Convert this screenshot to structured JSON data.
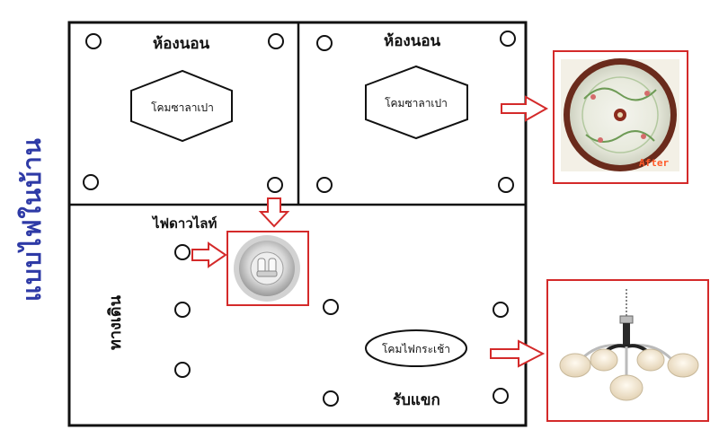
{
  "sidebar_title": "แบบไฟในบ้าน",
  "rooms": {
    "bedroom_left": {
      "label": "ห้องนอน",
      "fixture": "โคมซาลาเปา"
    },
    "bedroom_right": {
      "label": "ห้องนอน",
      "fixture": "โคมซาลาเปา"
    },
    "hallway": {
      "label": "ทางเดิน"
    },
    "downlight": {
      "label": "ไฟดาวไลท์"
    },
    "living": {
      "label": "รับแขก",
      "fixture": "โคมไฟกระเช้า"
    }
  },
  "photos": {
    "ceiling_lamp_caption": "After"
  },
  "colors": {
    "frame": "#111111",
    "arrow": "#d42a2a",
    "photo_border": "#d42a2a",
    "title": "#2e3aa6"
  }
}
